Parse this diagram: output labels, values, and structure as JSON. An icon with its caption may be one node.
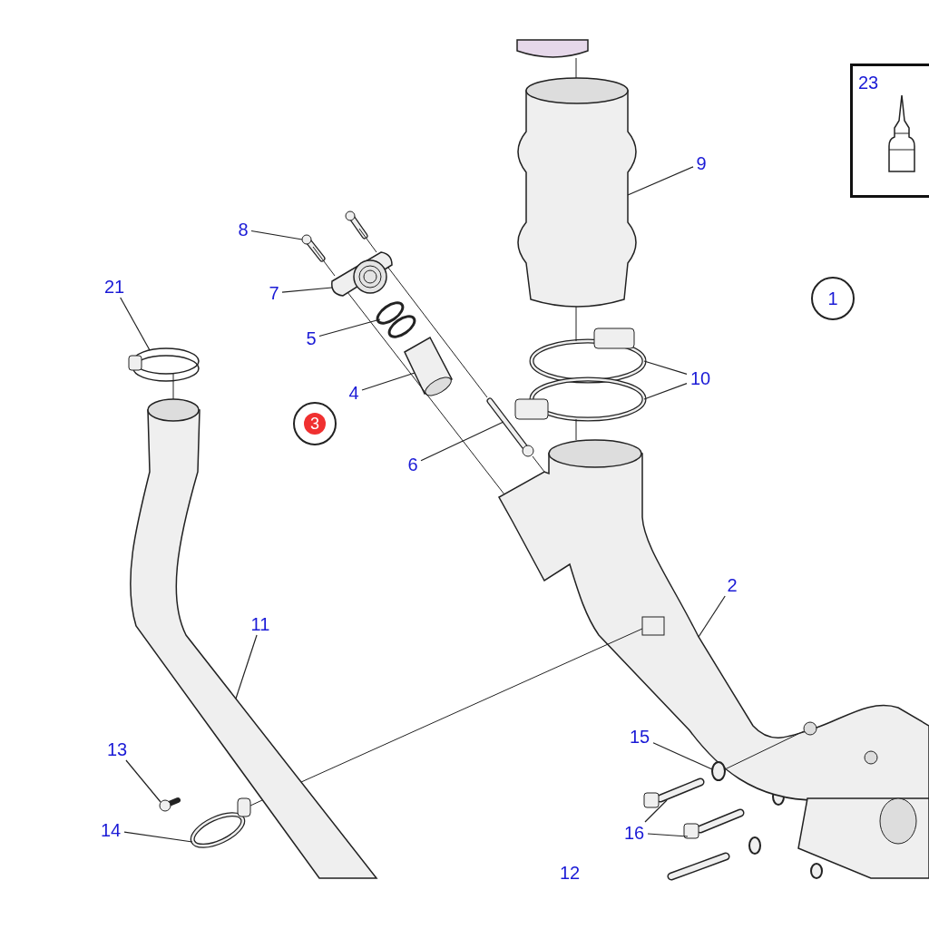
{
  "diagram": {
    "nodes": [
      {
        "text": [
          "23"
        ]
      },
      {
        "text": [],
        "shape": "picture",
        "in": 0
      },
      {
        "text": [
          "9"
        ]
      },
      {
        "text": [],
        "shape": "cylinder"
      },
      {
        "text": [
          "8"
        ]
      },
      {
        "text": [],
        "shape": "picture"
      },
      {
        "text": [
          "1"
        ]
      },
      {
        "text": [
          "7"
        ]
      },
      {
        "text": [],
        "shape": "picture"
      },
      {
        "text": [
          "21"
        ]
      },
      {
        "text": [],
        "shape": "picture"
      },
      {
        "text": [
          "5"
        ]
      },
      {
        "text": [],
        "shape": "picture"
      },
      {
        "text": [
          "10"
        ]
      },
      {
        "text": [],
        "shape": "ring"
      },
      {
        "text": [],
        "shape": "ring"
      },
      {
        "text": [
          "4"
        ]
      },
      {
        "text": [],
        "shape": "picture"
      },
      {
        "text": [
          "3"
        ]
      },
      {
        "text": [
          "6"
        ]
      },
      {
        "text": [],
        "shape": "picture"
      },
      {
        "text": [
          "2"
        ]
      },
      {
        "text": [],
        "shape": "picture"
      },
      {
        "text": [
          "11"
        ]
      },
      {
        "text": [],
        "shape": "picture"
      },
      {
        "text": [
          "15"
        ]
      },
      {
        "text": [],
        "shape": "ring"
      },
      {
        "text": [
          "13"
        ]
      },
      {
        "text": [],
        "shape": "bolt"
      },
      {
        "text": [
          "14"
        ]
      },
      {
        "text": [],
        "shape": "ring"
      },
      {
        "text": [
          "16"
        ]
      },
      {
        "text": [],
        "shape": "picture"
      },
      {
        "text": [],
        "shape": "picture"
      }
    ],
    "edges": [
      {
        "from": 2,
        "to": 3,
        "arrow": "none"
      },
      {
        "from": 4,
        "to": 5,
        "arrow": "none"
      },
      {
        "from": 7,
        "to": 8,
        "arrow": "none"
      },
      {
        "from": 9,
        "to": 10,
        "arrow": "none"
      },
      {
        "from": 11,
        "to": 12,
        "arrow": "none"
      },
      {
        "from": 13,
        "to": 14,
        "arrow": "none"
      },
      {
        "from": 13,
        "to": 15,
        "arrow": "none"
      },
      {
        "from": 16,
        "to": 17,
        "arrow": "none"
      },
      {
        "from": 19,
        "to": 20,
        "arrow": "none"
      },
      {
        "from": 21,
        "to": 22,
        "arrow": "none"
      },
      {
        "from": 23,
        "to": 24,
        "arrow": "none"
      },
      {
        "from": 25,
        "to": 26,
        "arrow": "none"
      },
      {
        "from": 27,
        "to": 28,
        "arrow": "none"
      },
      {
        "from": 29,
        "to": 30,
        "arrow": "none"
      },
      {
        "from": 31,
        "to": 32,
        "arrow": "none"
      },
      {
        "from": 31,
        "to": 33,
        "arrow": "none"
      },
      {
        "from": 5,
        "to": 8,
        "arrow": "none"
      },
      {
        "from": 8,
        "to": 22,
        "arrow": "none"
      },
      {
        "from": 5,
        "to": 8,
        "arrow": "none"
      },
      {
        "from": 8,
        "to": 20,
        "arrow": "none"
      },
      {
        "from": 30,
        "to": 24,
        "arrow": "none"
      },
      {
        "from": 24,
        "to": 22,
        "arrow": "none"
      },
      {
        "from": 10,
        "to": 24,
        "arrow": "none"
      },
      {
        "from": 3,
        "to": 14,
        "arrow": "none"
      },
      {
        "from": 15,
        "to": 22,
        "arrow": "none"
      },
      {
        "from": 26,
        "to": 22,
        "arrow": "none"
      },
      {
        "from": 20,
        "to": 22,
        "arrow": "none"
      }
    ],
    "labels": [
      "12"
    ]
  }
}
